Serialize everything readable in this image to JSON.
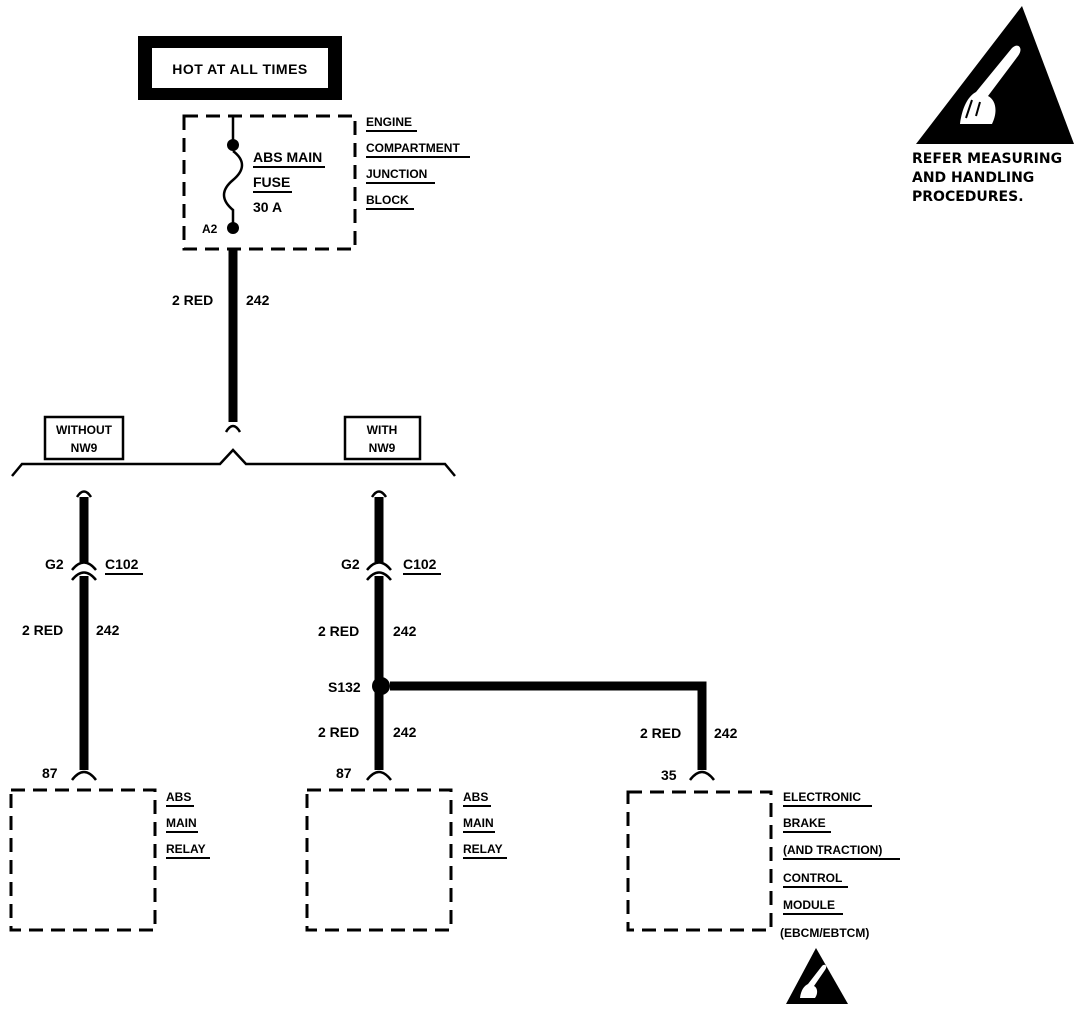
{
  "power": {
    "label": "HOT AT ALL TIMES"
  },
  "fuse_block": {
    "name_lines": [
      "ENGINE",
      "COMPARTMENT",
      "JUNCTION",
      "BLOCK"
    ],
    "fuse_name_1": "ABS MAIN",
    "fuse_name_2": "FUSE",
    "fuse_rating": "30 A",
    "terminal": "A2"
  },
  "wire": {
    "gauge_color": "2 RED",
    "circuit": "242"
  },
  "options": {
    "without": [
      "WITHOUT",
      "NW9"
    ],
    "with": [
      "WITH",
      "NW9"
    ]
  },
  "connector": {
    "pin": "G2",
    "name": "C102"
  },
  "splice": {
    "name": "S132"
  },
  "relay": {
    "pin": "87",
    "name_lines": [
      "ABS",
      "MAIN",
      "RELAY"
    ]
  },
  "module": {
    "pin": "35",
    "name_lines": [
      "ELECTRONIC",
      "BRAKE",
      "(AND TRACTION)",
      "CONTROL",
      "MODULE",
      "(EBCM/EBTCM)"
    ]
  },
  "esd_note": [
    "REFER MEASURING",
    "AND HANDLING",
    "PROCEDURES."
  ]
}
